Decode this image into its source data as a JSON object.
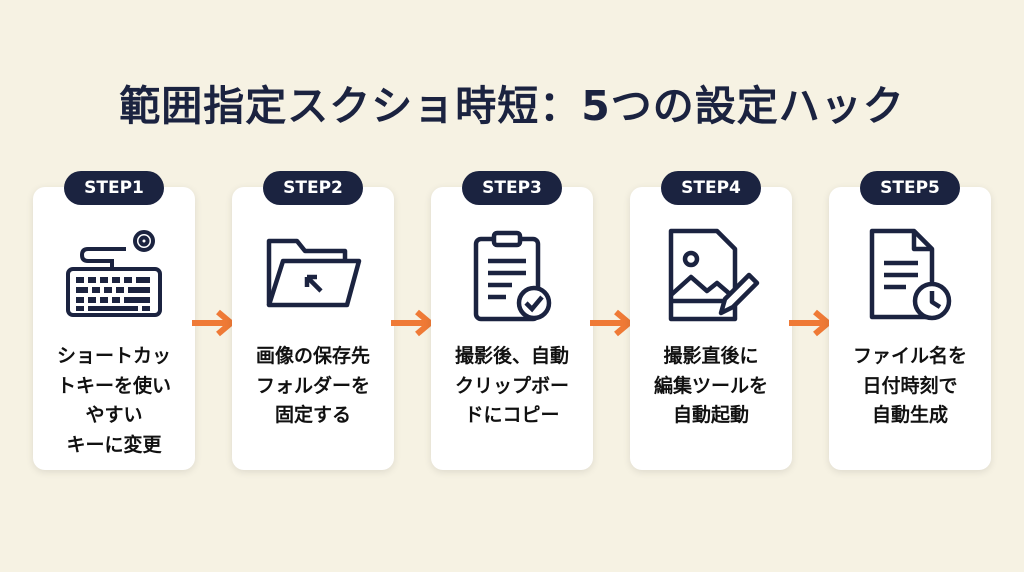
{
  "title": "範囲指定スクショ時短：5つの設定ハック",
  "accent": "#ef7a36",
  "steps": [
    {
      "badge": "STEP1",
      "icon": "keyboard-gear-icon",
      "text": "ショートカッ\nトキーを使い\nやすい\nキーに変更"
    },
    {
      "badge": "STEP2",
      "icon": "folder-arrow-icon",
      "text": "画像の保存先\nフォルダーを\n固定する"
    },
    {
      "badge": "STEP3",
      "icon": "clipboard-check-icon",
      "text": "撮影後、自動\nクリップボー\nドにコピー"
    },
    {
      "badge": "STEP4",
      "icon": "image-edit-icon",
      "text": "撮影直後に\n編集ツールを\n自動起動"
    },
    {
      "badge": "STEP5",
      "icon": "document-clock-icon",
      "text": "ファイル名を\n日付時刻で\n自動生成"
    }
  ]
}
